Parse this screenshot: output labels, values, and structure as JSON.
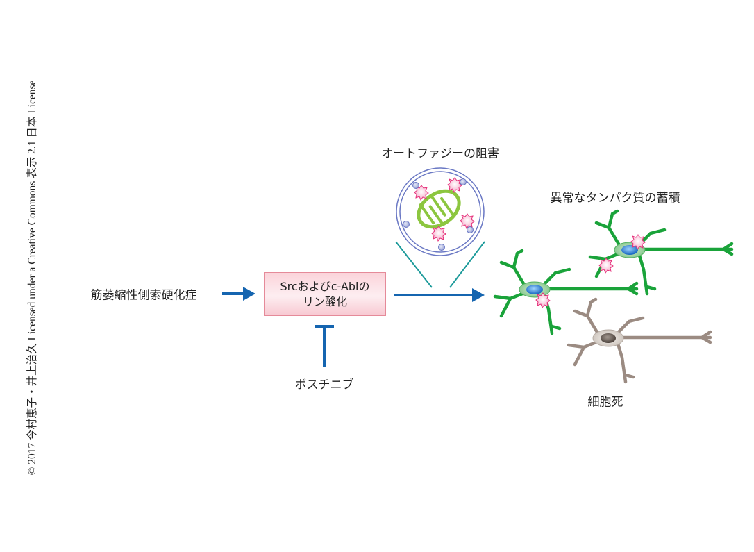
{
  "copyright": "© 2017 今村恵子・井上治久 Licensed under a Creative Commons 表示 2.1 日本 License",
  "disease_label": "筋萎縮性側索硬化症",
  "process_box": {
    "line1": "Srcおよびc-Ablの",
    "line2": "リン酸化"
  },
  "inhibitor_label": "ボスチニブ",
  "autophagy_label": "オートファジーの阻害",
  "accumulation_label": "異常なタンパク質の蓄積",
  "cell_death_label": "細胞死",
  "colors": {
    "arrow": "#1565b0",
    "neuron_healthy": "#1aa33a",
    "neuron_dead": "#9b8b82",
    "protein": "#e5307a",
    "mitochondria": "#8cc63f",
    "vesicle": "#6a78c4",
    "teal": "#1b9a9a"
  }
}
